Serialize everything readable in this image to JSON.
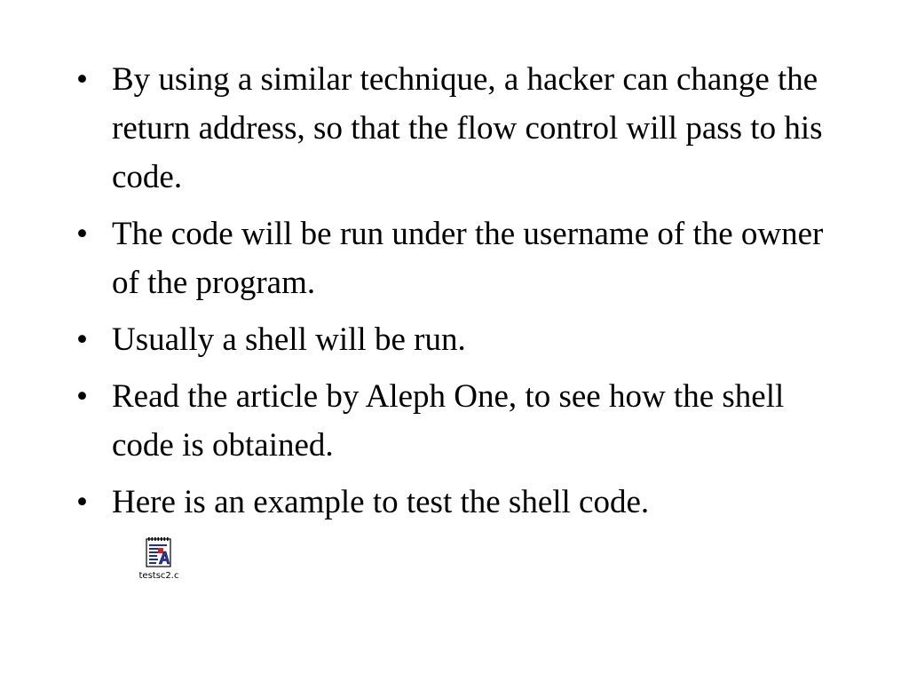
{
  "bullets": [
    "By using a similar technique, a hacker can change the return address, so that the flow control will pass to his code.",
    "The code will be run under the username of the owner of the program.",
    "Usually a shell will be run.",
    "Read the article by Aleph One, to see how the shell code is obtained.",
    "Here is an example to test the shell code."
  ],
  "bullet_symbol": "•",
  "attachment": {
    "file_name": "testsc2.c",
    "icon": "text-document-icon"
  }
}
